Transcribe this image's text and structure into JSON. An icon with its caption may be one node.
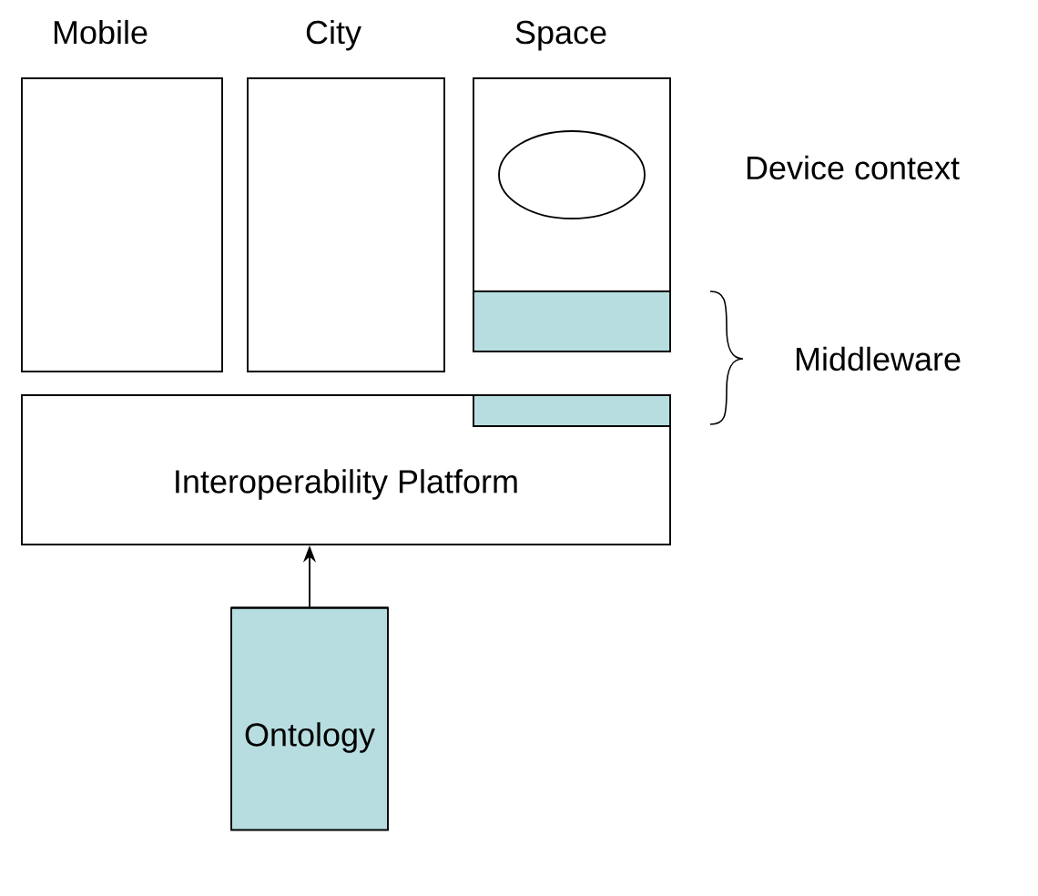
{
  "diagram": {
    "nodes": [
      {
        "text": [
          "Mobile"
        ]
      },
      {
        "text": [
          "City"
        ]
      },
      {
        "text": [
          "Space"
        ]
      },
      {
        "text": [],
        "shape": "ellipse",
        "in": 2
      },
      {
        "text": [],
        "shape": "bar",
        "in": 2
      },
      {
        "text": [
          "Interoperability Platform"
        ]
      },
      {
        "text": [],
        "shape": "bar",
        "in": 5
      },
      {
        "text": [
          "Ontology"
        ]
      }
    ],
    "edges": [
      {
        "from": 7,
        "to": 5,
        "arrow": "to"
      }
    ],
    "labels": [
      "Device context",
      "Middleware"
    ]
  }
}
